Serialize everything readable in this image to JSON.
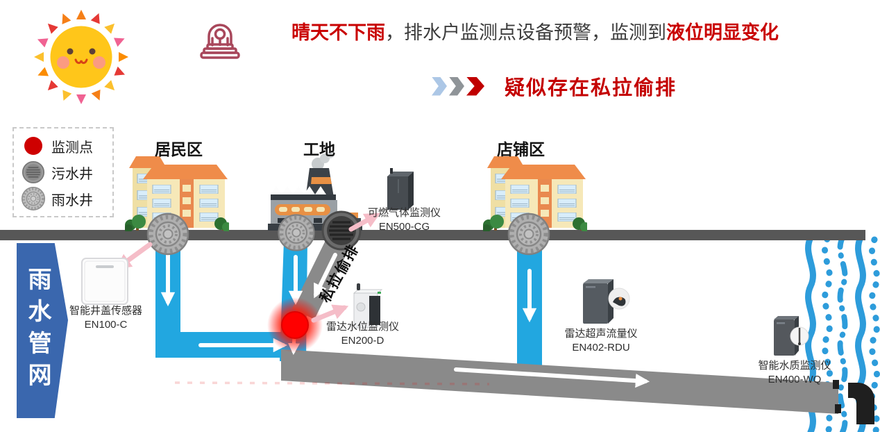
{
  "header": {
    "icons": {
      "sun": "sun-icon",
      "alarm": "alarm-siren-icon",
      "chevrons": "triple-chevron-right-icon"
    },
    "alert_line": {
      "highlight_start": "晴天不下雨",
      "middle": "，排水户监测点设备预警，监测到",
      "highlight_end": "液位明显变化"
    },
    "conclusion_line": "疑似存在私拉偷排"
  },
  "legend": {
    "items": [
      {
        "icon": "monitoring-point-icon",
        "label": "监测点"
      },
      {
        "icon": "sewage-well-icon",
        "label": "污水井"
      },
      {
        "icon": "rain-well-icon",
        "label": "雨水井"
      }
    ]
  },
  "zones": [
    {
      "label": "居民区"
    },
    {
      "label": "工地"
    },
    {
      "label": "店铺区"
    }
  ],
  "side_banner": "雨水管网",
  "pipe_annotation": "私拉偷排",
  "devices": [
    {
      "name": "智能井盖传感器",
      "model": "EN100-C"
    },
    {
      "name": "可燃气体监测仪",
      "model": "EN500-CG"
    },
    {
      "name": "雷达水位监测仪",
      "model": "EN200-D"
    },
    {
      "name": "雷达超声流量仪",
      "model": "EN402-RDU"
    },
    {
      "name": "智能水质监测仪",
      "model": "EN400-WQ"
    }
  ],
  "colors": {
    "alert_red": "#C90000",
    "pipe_blue": "#22A7E0",
    "pipe_gray": "#8A8A8A",
    "road_gray": "#575757",
    "banner_blue": "#3A67AE",
    "river_blue": "#2D9CDB",
    "monitor_point_red": "#FF0000",
    "device_arrow_pink": "#F5BDC8"
  }
}
